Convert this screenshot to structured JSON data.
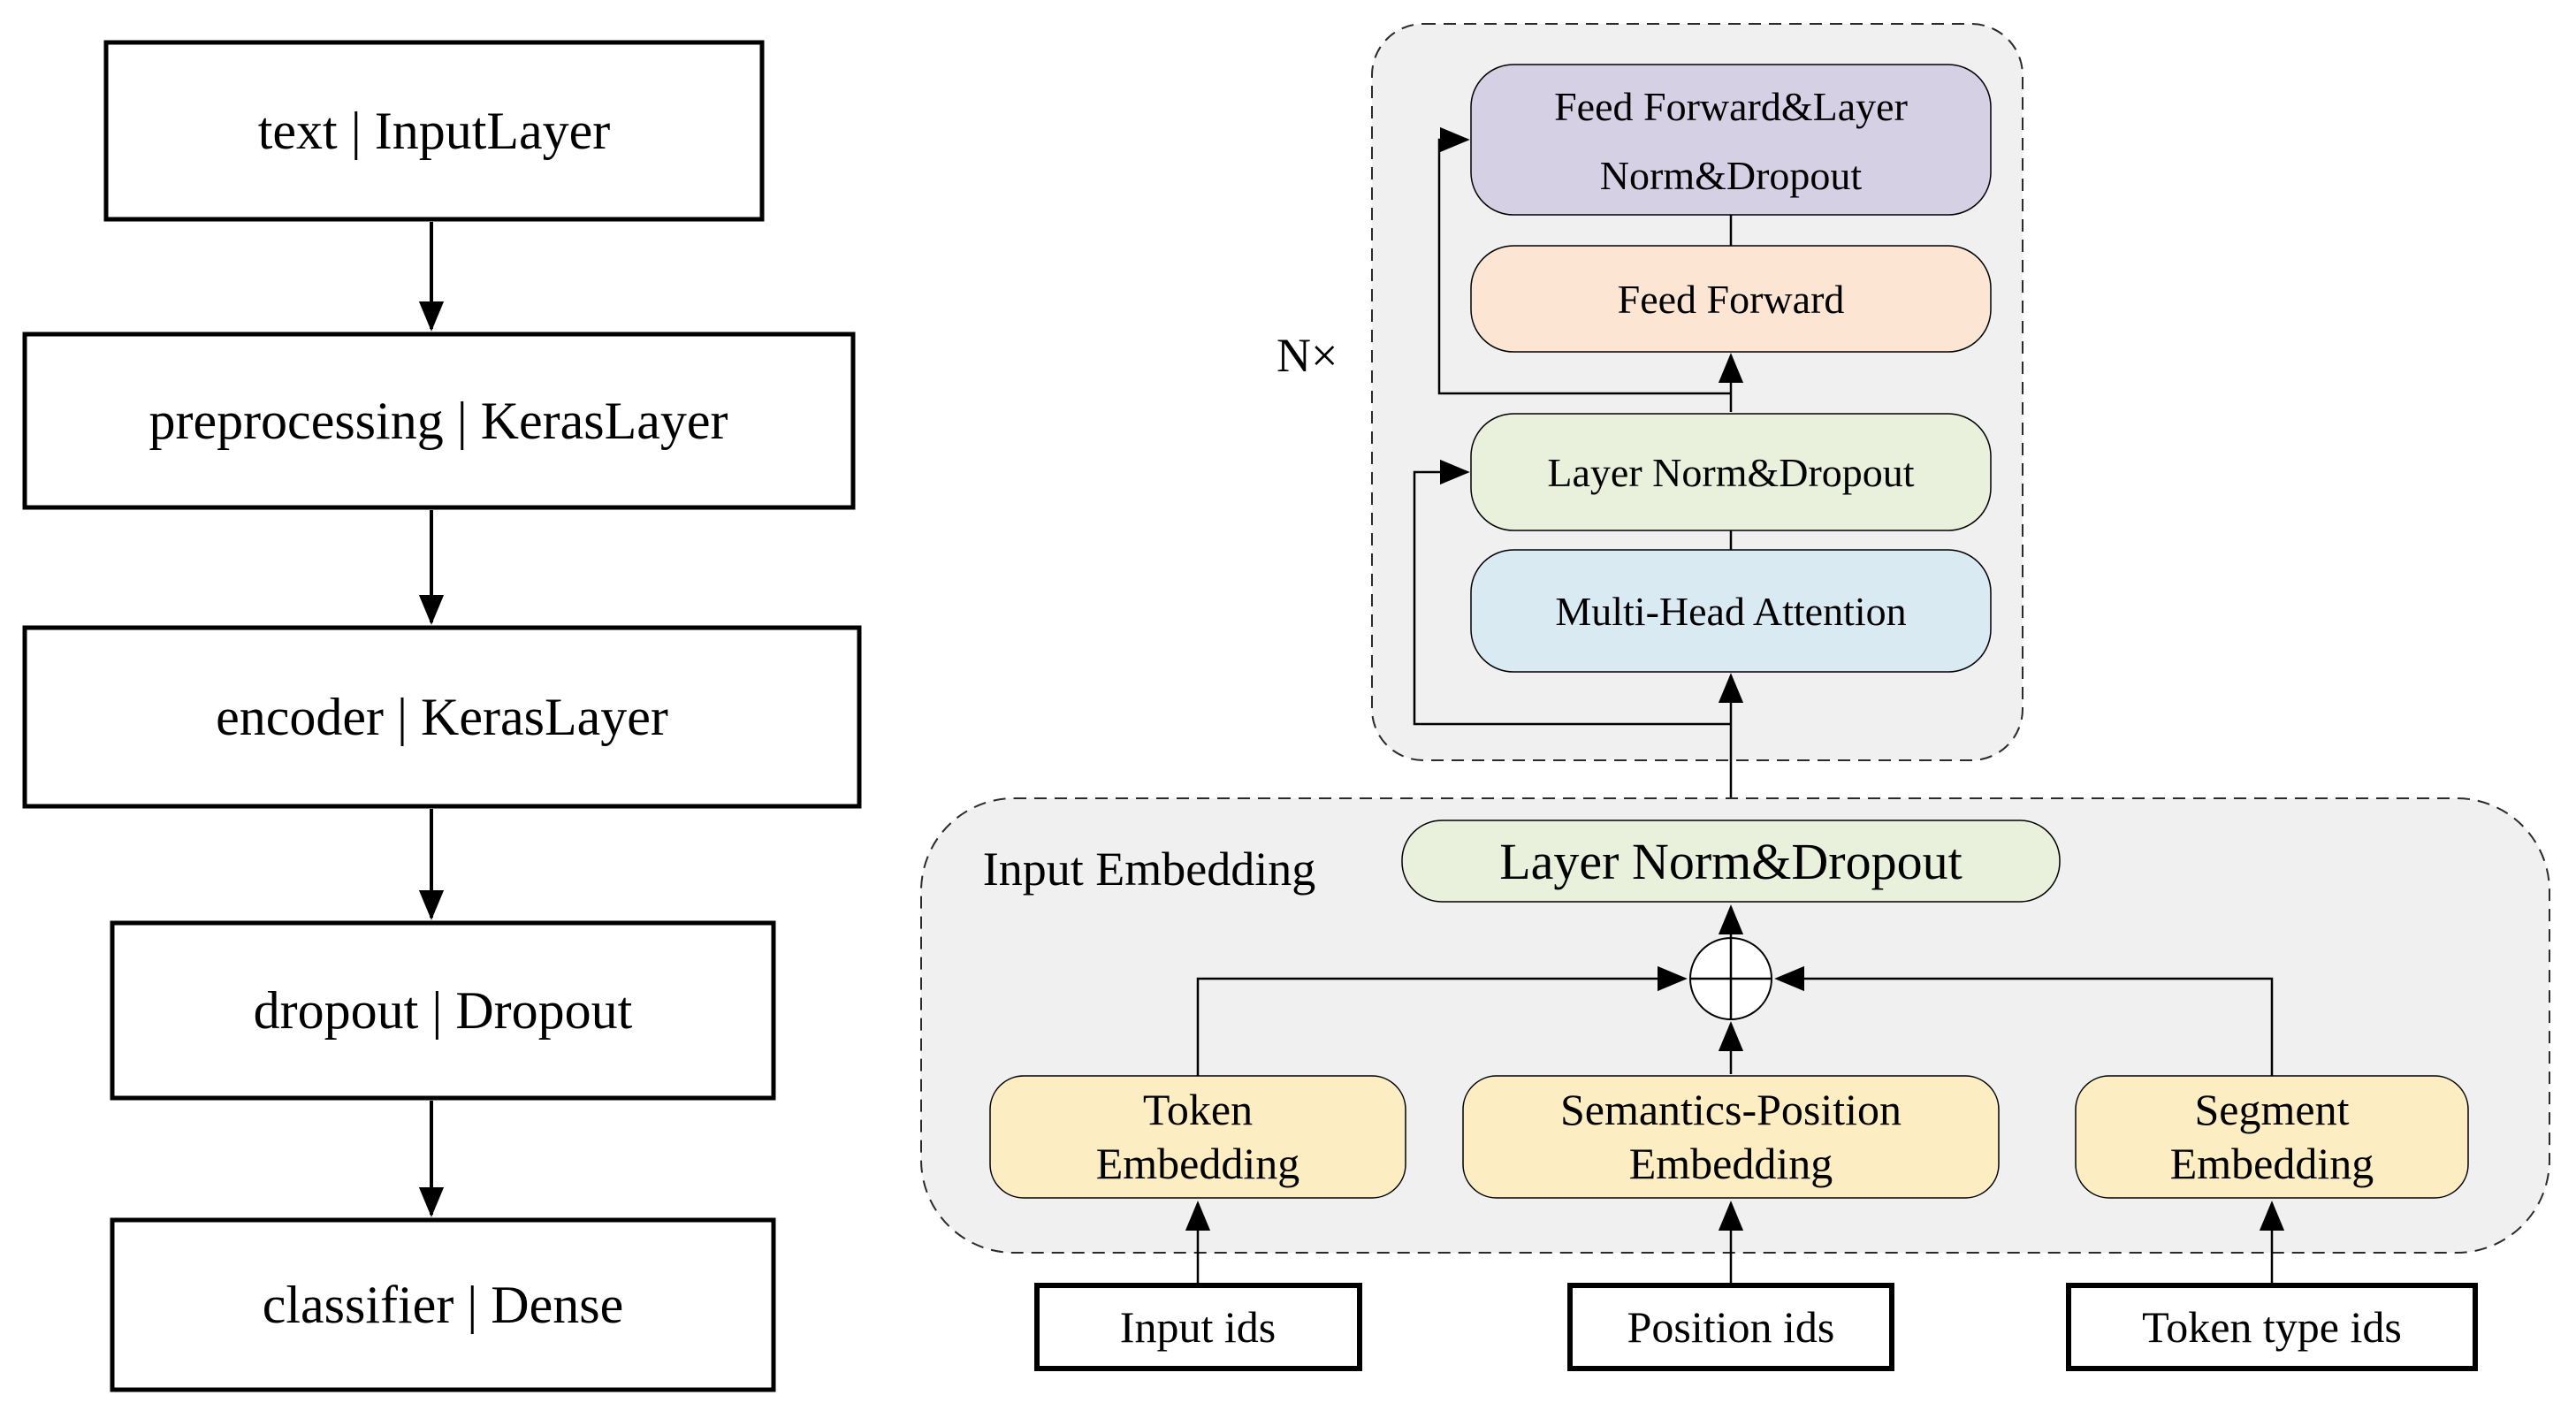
{
  "left_flow": {
    "boxes": [
      {
        "label": "text | InputLayer"
      },
      {
        "label": "preprocessing | KerasLayer"
      },
      {
        "label": "encoder | KerasLayer"
      },
      {
        "label": "dropout | Dropout"
      },
      {
        "label": "classifier | Dense"
      }
    ]
  },
  "encoder_block": {
    "repeat_label": "N×",
    "ff_ln_dropout_line1": "Feed Forward&Layer",
    "ff_ln_dropout_line2": "Norm&Dropout",
    "feed_forward_label": "Feed Forward",
    "layer_norm_dropout_label": "Layer Norm&Dropout",
    "multi_head_attention_label": "Multi-Head Attention"
  },
  "input_embedding_block": {
    "title": "Input Embedding",
    "layer_norm_dropout_label": "Layer Norm&Dropout",
    "embeddings": [
      {
        "line1": "Token",
        "line2": "Embedding"
      },
      {
        "line1": "Semantics-Position",
        "line2": "Embedding"
      },
      {
        "line1": "Segment",
        "line2": "Embedding"
      }
    ],
    "inputs": [
      {
        "label": "Input ids"
      },
      {
        "label": "Position ids"
      },
      {
        "label": "Token type ids"
      }
    ]
  },
  "colors": {
    "block_bg": "#f0f0f0",
    "purple": "#d6d0e5",
    "peach": "#fce6d3",
    "green": "#e9f0db",
    "blue": "#d9eaf2",
    "yellow": "#fdedc3",
    "white": "#ffffff"
  }
}
